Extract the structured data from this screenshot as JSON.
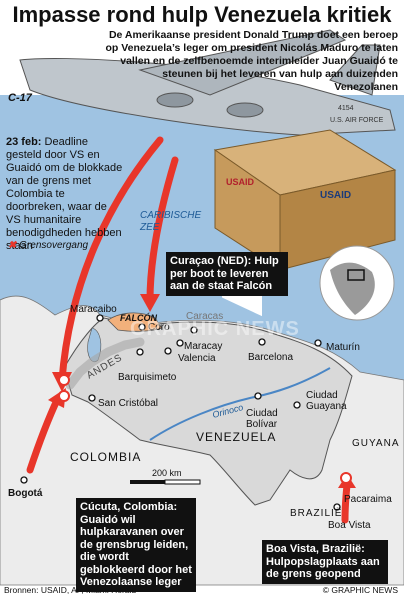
{
  "title": "Impasse rond hulp Venezuela kritiek",
  "subtitle": "De Amerikaanse president Donald Trump doet een beroep op Venezuela’s leger om president Nicolás Maduro te laten vallen en de zelfbenoemde interimleider Juan Guaidó te steunen bij het leveren van hulp aan duizenden Venezolanen",
  "plane_label": "C-17",
  "plane_markings": {
    "tail": "4154",
    "fuselage": "U.S. AIR FORCE"
  },
  "box_logo": "USAID",
  "deadline": {
    "date": "23 feb:",
    "text": "Deadline gesteld door VS en Guaidó om de blokkade van de grens met Colombia te doorbreken, waar de VS humanitaire benodigdheden hebben staan"
  },
  "legend": {
    "symbol": "✖",
    "label": "Grensovergang"
  },
  "regions": {
    "caribbean": "CARIBISCHE ZEE",
    "venezuela": "VENEZUELA",
    "colombia": "COLOMBIA",
    "guyana": "GUYANA",
    "brazil": "BRAZILIË",
    "andes": "ANDES",
    "falcon": "FALCÓN",
    "orinoco": "Orinoco"
  },
  "cities": [
    "Maracaibo",
    "Coro",
    "Caracas",
    "Maracay",
    "Valencia",
    "Barquisimeto",
    "Barcelona",
    "Maturín",
    "San Cristóbal",
    "Ciudad Guayana",
    "Ciudad Bolívar",
    "Pacaraima",
    "Boa Vista",
    "Bogotá"
  ],
  "callouts": {
    "curacao": "Curaçao (NED): Hulp per boot te leveren aan de staat Falcón",
    "cucuta": "Cúcuta, Colombia: Guaidó wil hulpkaravanen over de grensbrug leiden, die wordt geblokkeerd door het Venezolaanse leger",
    "boavista": "Boa Vista, Brazilië: Hulpopslagplaats aan de grens geopend"
  },
  "scale": "200 km",
  "watermark": "GRAPHIC NEWS",
  "sources": "Bronnen: USAID, AP, Miami Herald",
  "credit": "© GRAPHIC NEWS",
  "colors": {
    "sea": "#9fc3e2",
    "land_other": "#ececec",
    "venezuela": "#d9d9d9",
    "falcon": "#f2b07b",
    "arrow": "#e8362a",
    "box": "#c69a5c"
  }
}
